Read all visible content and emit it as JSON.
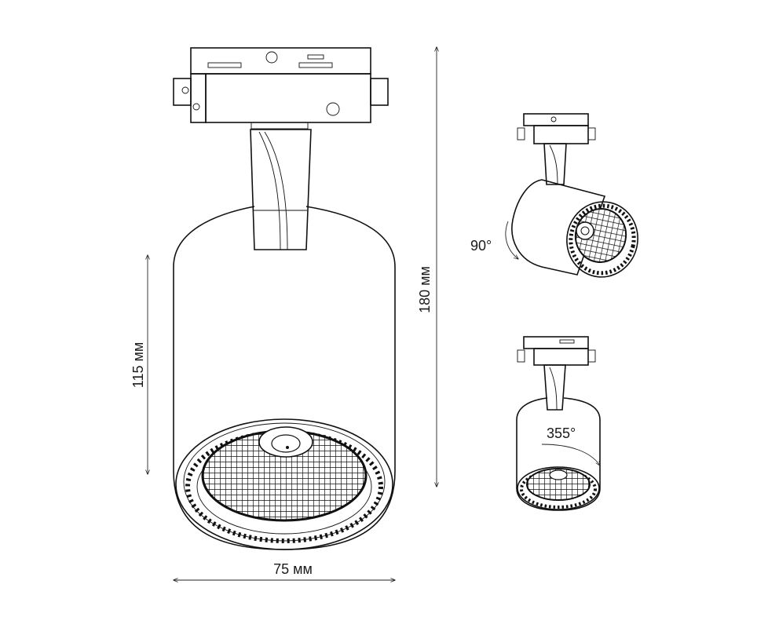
{
  "dimensions": {
    "width": "75 мм",
    "height_body": "115 мм",
    "height_total": "180 мм"
  },
  "rotations": {
    "tilt": "90°",
    "swivel": "355°"
  },
  "colors": {
    "line": "#111111",
    "background": "#ffffff"
  }
}
